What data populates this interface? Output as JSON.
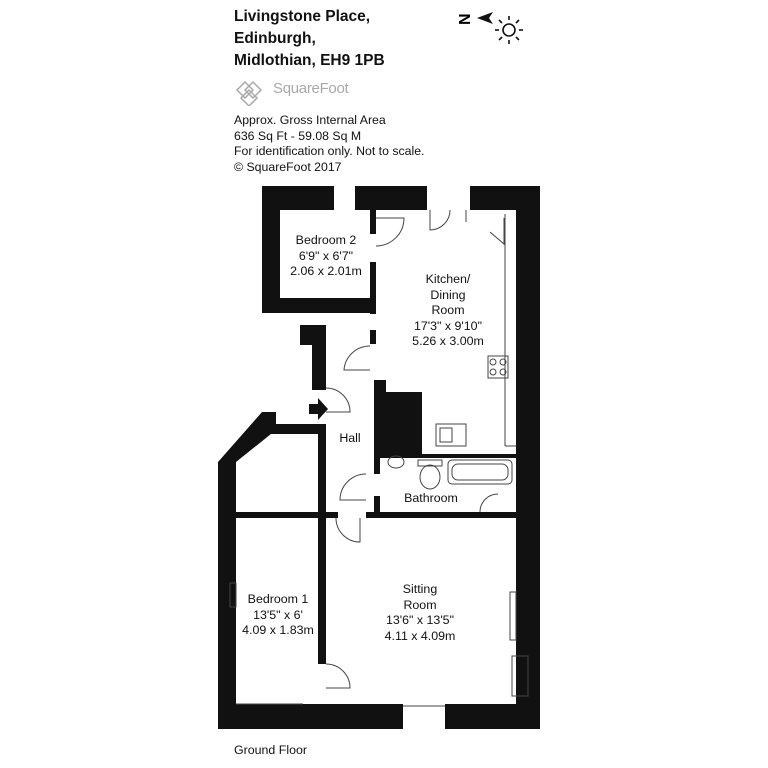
{
  "address": {
    "line1": "Livingstone Place,",
    "line2": "Edinburgh,",
    "line3": "Midlothian, EH9 1PB"
  },
  "logo": {
    "text": "SquareFoot",
    "icon": "squarefoot-logo-icon"
  },
  "compass": {
    "letter": "N",
    "icon": "sun-icon"
  },
  "area_info": {
    "line1": "Approx. Gross Internal Area",
    "line2": "636 Sq Ft  -  59.08 Sq M",
    "line3": "For identification only. Not to scale.",
    "line4": "© SquareFoot 2017"
  },
  "rooms": {
    "bedroom2": {
      "name": "Bedroom 2",
      "imperial": "6'9\" x 6'7\"",
      "metric": "2.06 x 2.01m"
    },
    "kitchen": {
      "name1": "Kitchen/",
      "name2": "Dining",
      "name3": "Room",
      "imperial": "17'3\" x 9'10\"",
      "metric": "5.26 x 3.00m"
    },
    "hall": {
      "name": "Hall"
    },
    "bathroom": {
      "name": "Bathroom"
    },
    "bedroom1": {
      "name": "Bedroom 1",
      "imperial": "13'5\" x 6'",
      "metric": "4.09 x 1.83m"
    },
    "sitting": {
      "name1": "Sitting",
      "name2": "Room",
      "imperial": "13'6\" x 13'5\"",
      "metric": "4.11 x 4.09m"
    }
  },
  "floor": {
    "label": "Ground Floor"
  },
  "colors": {
    "wall": "#111111",
    "logo": "#a9a9a9",
    "line": "#444444"
  }
}
